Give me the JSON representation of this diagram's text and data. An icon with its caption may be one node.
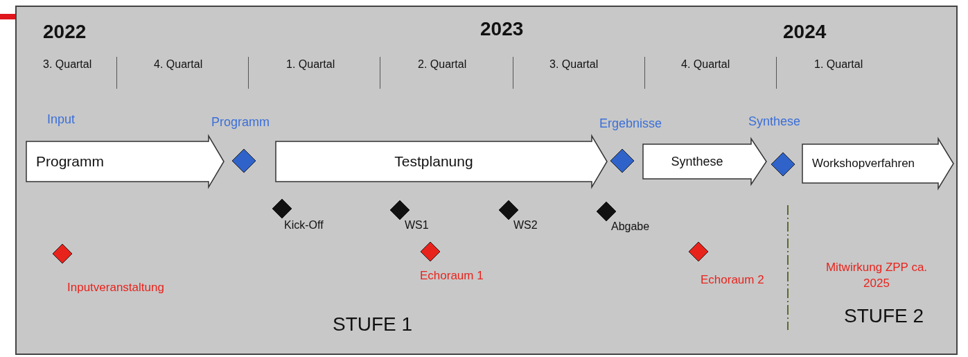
{
  "diagram": {
    "nodes": [
      {
        "text": [
          "Programm"
        ]
      },
      {
        "text": [],
        "shape": "diamond"
      },
      {
        "text": [
          "Testplanung"
        ]
      },
      {
        "text": [],
        "shape": "diamond"
      },
      {
        "text": [
          "Synthese"
        ]
      },
      {
        "text": [],
        "shape": "diamond"
      },
      {
        "text": [
          "Workshopverfahren"
        ]
      },
      {
        "text": [],
        "shape": "diamond",
        "beside": [
          "Kick-Off"
        ]
      },
      {
        "text": [],
        "shape": "diamond",
        "beside": [
          "WS1"
        ]
      },
      {
        "text": [],
        "shape": "diamond",
        "beside": [
          "WS2"
        ]
      },
      {
        "text": [],
        "shape": "diamond",
        "beside": [
          "Abgabe"
        ]
      },
      {
        "text": [],
        "shape": "diamond",
        "beside": [
          "Inputveranstaltung"
        ]
      },
      {
        "text": [],
        "shape": "diamond",
        "beside": [
          "Echoraum 1"
        ]
      },
      {
        "text": [],
        "shape": "diamond",
        "beside": [
          "Echoraum 2"
        ]
      }
    ],
    "labels": [
      "2022",
      "2023",
      "2024",
      "3. Quartal",
      "4. Quartal",
      "1. Quartal",
      "2. Quartal",
      "3. Quartal",
      "4. Quartal",
      "1. Quartal",
      "Input",
      "Programm",
      "Ergebnisse",
      "Synthese",
      "Mitwirkung ZPP ca. 2025",
      "STUFE 1",
      "STUFE 2"
    ]
  }
}
